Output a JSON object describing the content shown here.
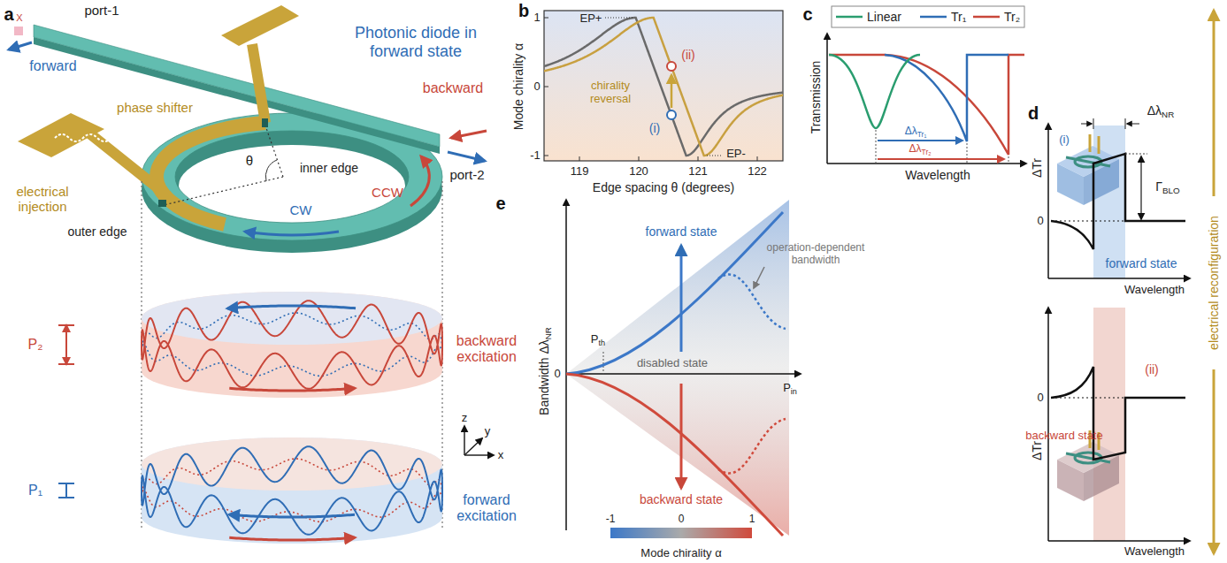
{
  "diagram": {
    "labels": [
      "a",
      "port-1",
      "X",
      "forward",
      "Photonic diode in forward state",
      "phase shifter",
      "θ",
      "inner edge",
      "CCW",
      "CW",
      "backward",
      "port-2",
      "electrical injection",
      "outer edge",
      "P₂",
      "backward excitation",
      "P₁",
      "forward excitation",
      "z",
      "y",
      "x",
      "b",
      "Mode chirality α",
      "1",
      "0",
      "-1",
      "EP+",
      "EP-",
      "(ii)",
      "(i)",
      "chirality reversal",
      "119",
      "120",
      "121",
      "122",
      "Edge spacing θ (degrees)",
      "c",
      "Transmission",
      "ΔλTr₁",
      "ΔλTr₂",
      "Wavelength",
      "d",
      "ΔλNR",
      "ΔTr",
      "0",
      "(i)",
      "ΓBLO",
      "forward state",
      "Wavelength",
      "ΔTr",
      "0",
      "backward state",
      "(ii)",
      "Wavelength",
      "electrical reconfiguration",
      "e",
      "Bandwidth ΔλNR",
      "0",
      "Pth",
      "forward state",
      "operation-dependent bandwidth",
      "disabled state",
      "Pin",
      "backward state",
      "-1",
      "0",
      "1",
      "Mode chirality α"
    ],
    "legend": [
      {
        "text": "Linear"
      },
      {
        "text": "Tr₁"
      },
      {
        "text": "Tr₂"
      }
    ]
  }
}
